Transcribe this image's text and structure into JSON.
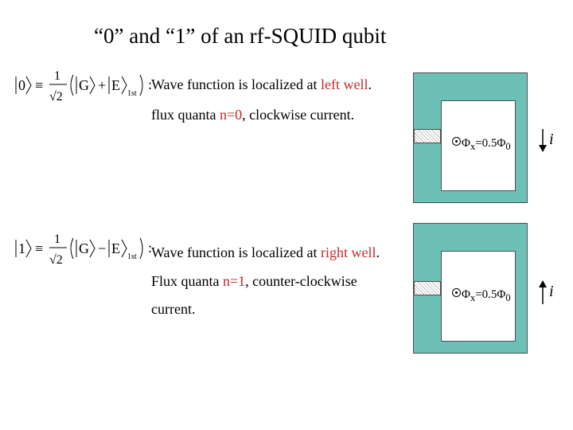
{
  "title": "“0” and “1” of an rf-SQUID qubit",
  "state0": {
    "ket": "0",
    "equiv": "≡",
    "num": "1",
    "den": "√2",
    "g": "G",
    "plus": "+",
    "e": "E",
    "sub": "1st",
    "colon": ":",
    "line1_pre": "Wave function is localized at ",
    "line1_red": "left well",
    "line1_post": ".",
    "line2_pre": "flux quanta ",
    "line2_red": "n=0",
    "line2_post": ", clockwise current.",
    "flux_phi": "Φ",
    "flux_sub_x": "x",
    "flux_eq": "=0.5Φ",
    "flux_sub_0": "0",
    "current": "i",
    "arrow_direction": "down"
  },
  "state1": {
    "ket": "1",
    "equiv": "≡",
    "num": "1",
    "den": "√2",
    "g": "G",
    "minus": "−",
    "e": "E",
    "sub": "1st",
    "colon": ":",
    "line1_pre": "Wave function is localized at ",
    "line1_red": "right well",
    "line1_post": ".",
    "line2_pre": "Flux quanta ",
    "line2_red": "n=1",
    "line2_post": ", counter-clockwise",
    "line3": "current.",
    "flux_phi": "Φ",
    "flux_sub_x": "x",
    "flux_eq": "=0.5Φ",
    "flux_sub_0": "0",
    "current": "i",
    "arrow_direction": "up"
  },
  "colors": {
    "highlight": "#c62828",
    "loop_fill": "#6dc0b6"
  }
}
